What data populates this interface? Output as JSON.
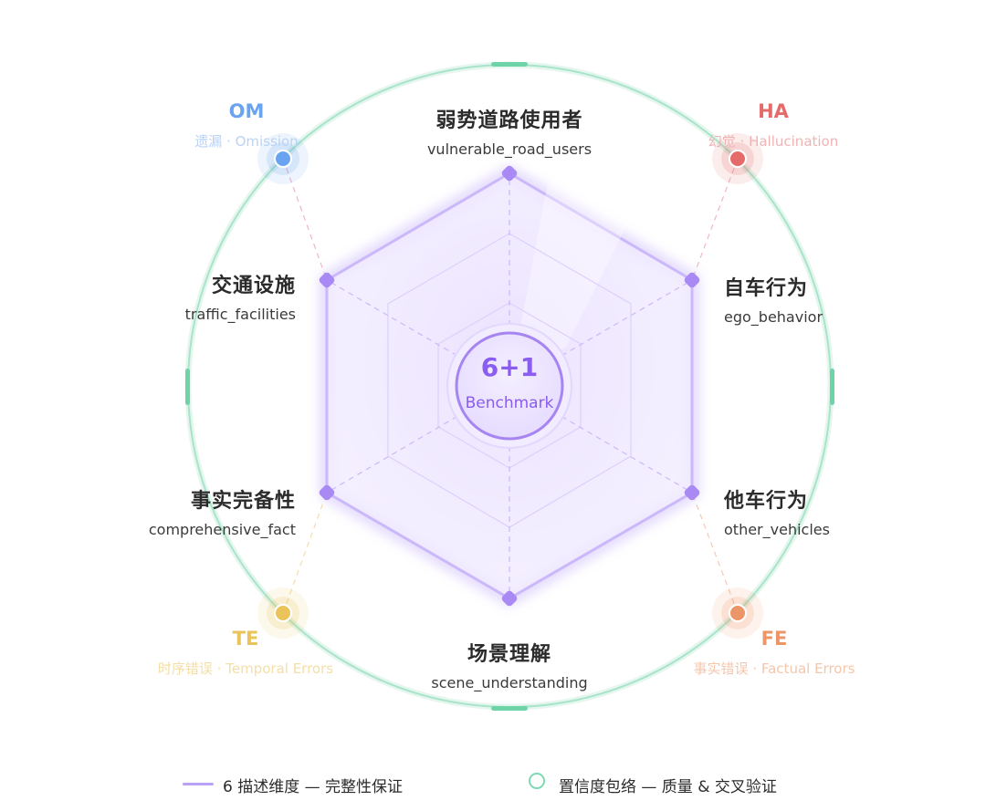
{
  "center": {
    "number": "6+1",
    "word": "Benchmark"
  },
  "dimensions": [
    {
      "zh": "弱势道路使用者",
      "en": "vulnerable_road_users"
    },
    {
      "zh": "自车行为",
      "en": "ego_behavior"
    },
    {
      "zh": "他车行为",
      "en": "other_vehicles"
    },
    {
      "zh": "场景理解",
      "en": "scene_understanding"
    },
    {
      "zh": "事实完备性",
      "en": "comprehensive_fact"
    },
    {
      "zh": "交通设施",
      "en": "traffic_facilities"
    }
  ],
  "errors": [
    {
      "code": "OM",
      "zh": "遗漏",
      "en": "Omission",
      "color": "#6aa3f0"
    },
    {
      "code": "HA",
      "zh": "幻觉",
      "en": "Hallucination",
      "color": "#e56b6b"
    },
    {
      "code": "FE",
      "zh": "事实错误",
      "en": "Factual Errors",
      "color": "#ec9566"
    },
    {
      "code": "TE",
      "zh": "时序错误",
      "en": "Temporal Errors",
      "color": "#eac35a"
    }
  ],
  "legend": {
    "dimensions": "6 描述维度 — 完整性保证",
    "envelope": "置信度包络 — 质量 & 交叉验证"
  },
  "colors": {
    "accent": "#8a5cf0",
    "ring": "#7fdab4",
    "hexFill": "#efe8ff"
  }
}
